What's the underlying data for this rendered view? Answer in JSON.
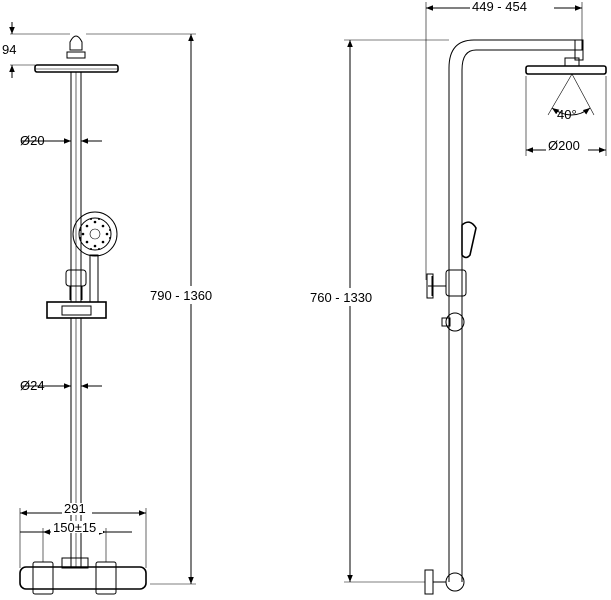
{
  "front_view": {
    "head_offset": "94",
    "pipe_diameter_upper": "Ø20",
    "pipe_diameter_lower": "Ø24",
    "total_height": "790 - 1360",
    "mixer_width": "291",
    "inlet_spacing": "150±15"
  },
  "side_view": {
    "arm_reach": "449 - 454",
    "spray_angle": "40°",
    "head_diameter": "Ø200",
    "total_height": "760 - 1330"
  }
}
